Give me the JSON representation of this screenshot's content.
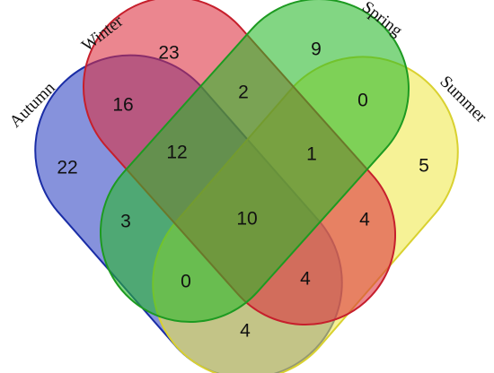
{
  "sets": [
    {
      "id": "autumn",
      "label": "Autumn",
      "fill": "#2f44c2",
      "stroke": "#1a2da6"
    },
    {
      "id": "winter",
      "label": "Winter",
      "fill": "#dc2f3e",
      "stroke": "#c61f2c"
    },
    {
      "id": "spring",
      "label": "Spring",
      "fill": "#27b82a",
      "stroke": "#1d9a21"
    },
    {
      "id": "summer",
      "label": "Summer",
      "fill": "#f0e84a",
      "stroke": "#d9d130"
    }
  ],
  "regions": [
    {
      "sets": [
        "winter"
      ],
      "value": "23"
    },
    {
      "sets": [
        "spring"
      ],
      "value": "9"
    },
    {
      "sets": [
        "autumn",
        "winter"
      ],
      "value": "16"
    },
    {
      "sets": [
        "winter",
        "spring"
      ],
      "value": "2"
    },
    {
      "sets": [
        "spring",
        "summer"
      ],
      "value": "0"
    },
    {
      "sets": [
        "autumn"
      ],
      "value": "22"
    },
    {
      "sets": [
        "autumn",
        "winter",
        "spring"
      ],
      "value": "12"
    },
    {
      "sets": [
        "winter",
        "spring",
        "summer"
      ],
      "value": "1"
    },
    {
      "sets": [
        "summer"
      ],
      "value": "5"
    },
    {
      "sets": [
        "autumn",
        "spring"
      ],
      "value": "3"
    },
    {
      "sets": [
        "autumn",
        "winter",
        "spring",
        "summer"
      ],
      "value": "10"
    },
    {
      "sets": [
        "winter",
        "summer"
      ],
      "value": "4"
    },
    {
      "sets": [
        "autumn",
        "spring",
        "summer"
      ],
      "value": "0"
    },
    {
      "sets": [
        "autumn",
        "winter",
        "summer"
      ],
      "value": "4"
    },
    {
      "sets": [
        "autumn",
        "summer"
      ],
      "value": "4"
    }
  ]
}
